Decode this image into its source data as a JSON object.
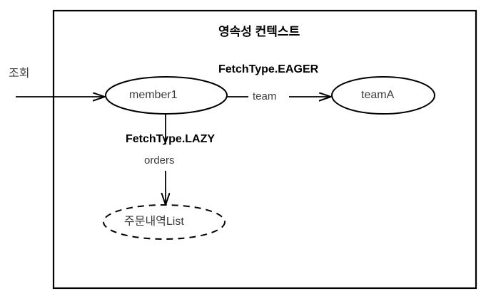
{
  "diagram": {
    "type": "jpa-fetch-type-diagram",
    "container": {
      "title": "영속성 컨텍스트",
      "border_color": "#000000"
    },
    "external": {
      "query_label": "조회"
    },
    "nodes": [
      {
        "id": "member1",
        "label": "member1",
        "shape": "ellipse",
        "stroke": "solid",
        "state": "loaded"
      },
      {
        "id": "teamA",
        "label": "teamA",
        "shape": "ellipse",
        "stroke": "solid",
        "state": "loaded"
      },
      {
        "id": "ordersList",
        "label": "주문내역List",
        "shape": "ellipse",
        "stroke": "dashed",
        "state": "proxy"
      }
    ],
    "edges": [
      {
        "id": "member-to-team",
        "from": "member1",
        "to": "teamA",
        "fetch_type": "FetchType.EAGER",
        "field": "team",
        "direction": "right"
      },
      {
        "id": "member-to-orders",
        "from": "member1",
        "to": "ordersList",
        "fetch_type": "FetchType.LAZY",
        "field": "orders",
        "direction": "down"
      }
    ],
    "colors": {
      "stroke": "#000000",
      "node_text": "#3c3c3c",
      "emphasis_text": "#000000"
    }
  }
}
